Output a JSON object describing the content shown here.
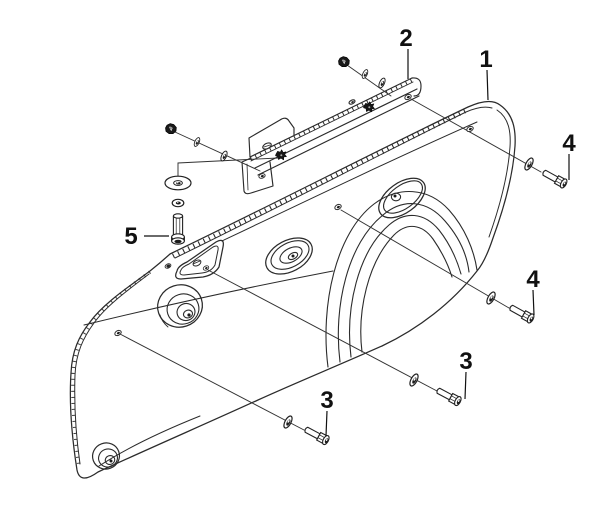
{
  "diagram": {
    "kind": "exploded-parts-line-drawing",
    "background_color": "#ffffff",
    "line_color": "#2b2b2b",
    "leader_color": "#333333",
    "callout_color": "#111111",
    "callouts": {
      "c1": {
        "label": "1"
      },
      "c2": {
        "label": "2"
      },
      "c3a": {
        "label": "3"
      },
      "c3b": {
        "label": "3"
      },
      "c4a": {
        "label": "4"
      },
      "c4b": {
        "label": "4"
      },
      "c5": {
        "label": "5"
      }
    }
  }
}
